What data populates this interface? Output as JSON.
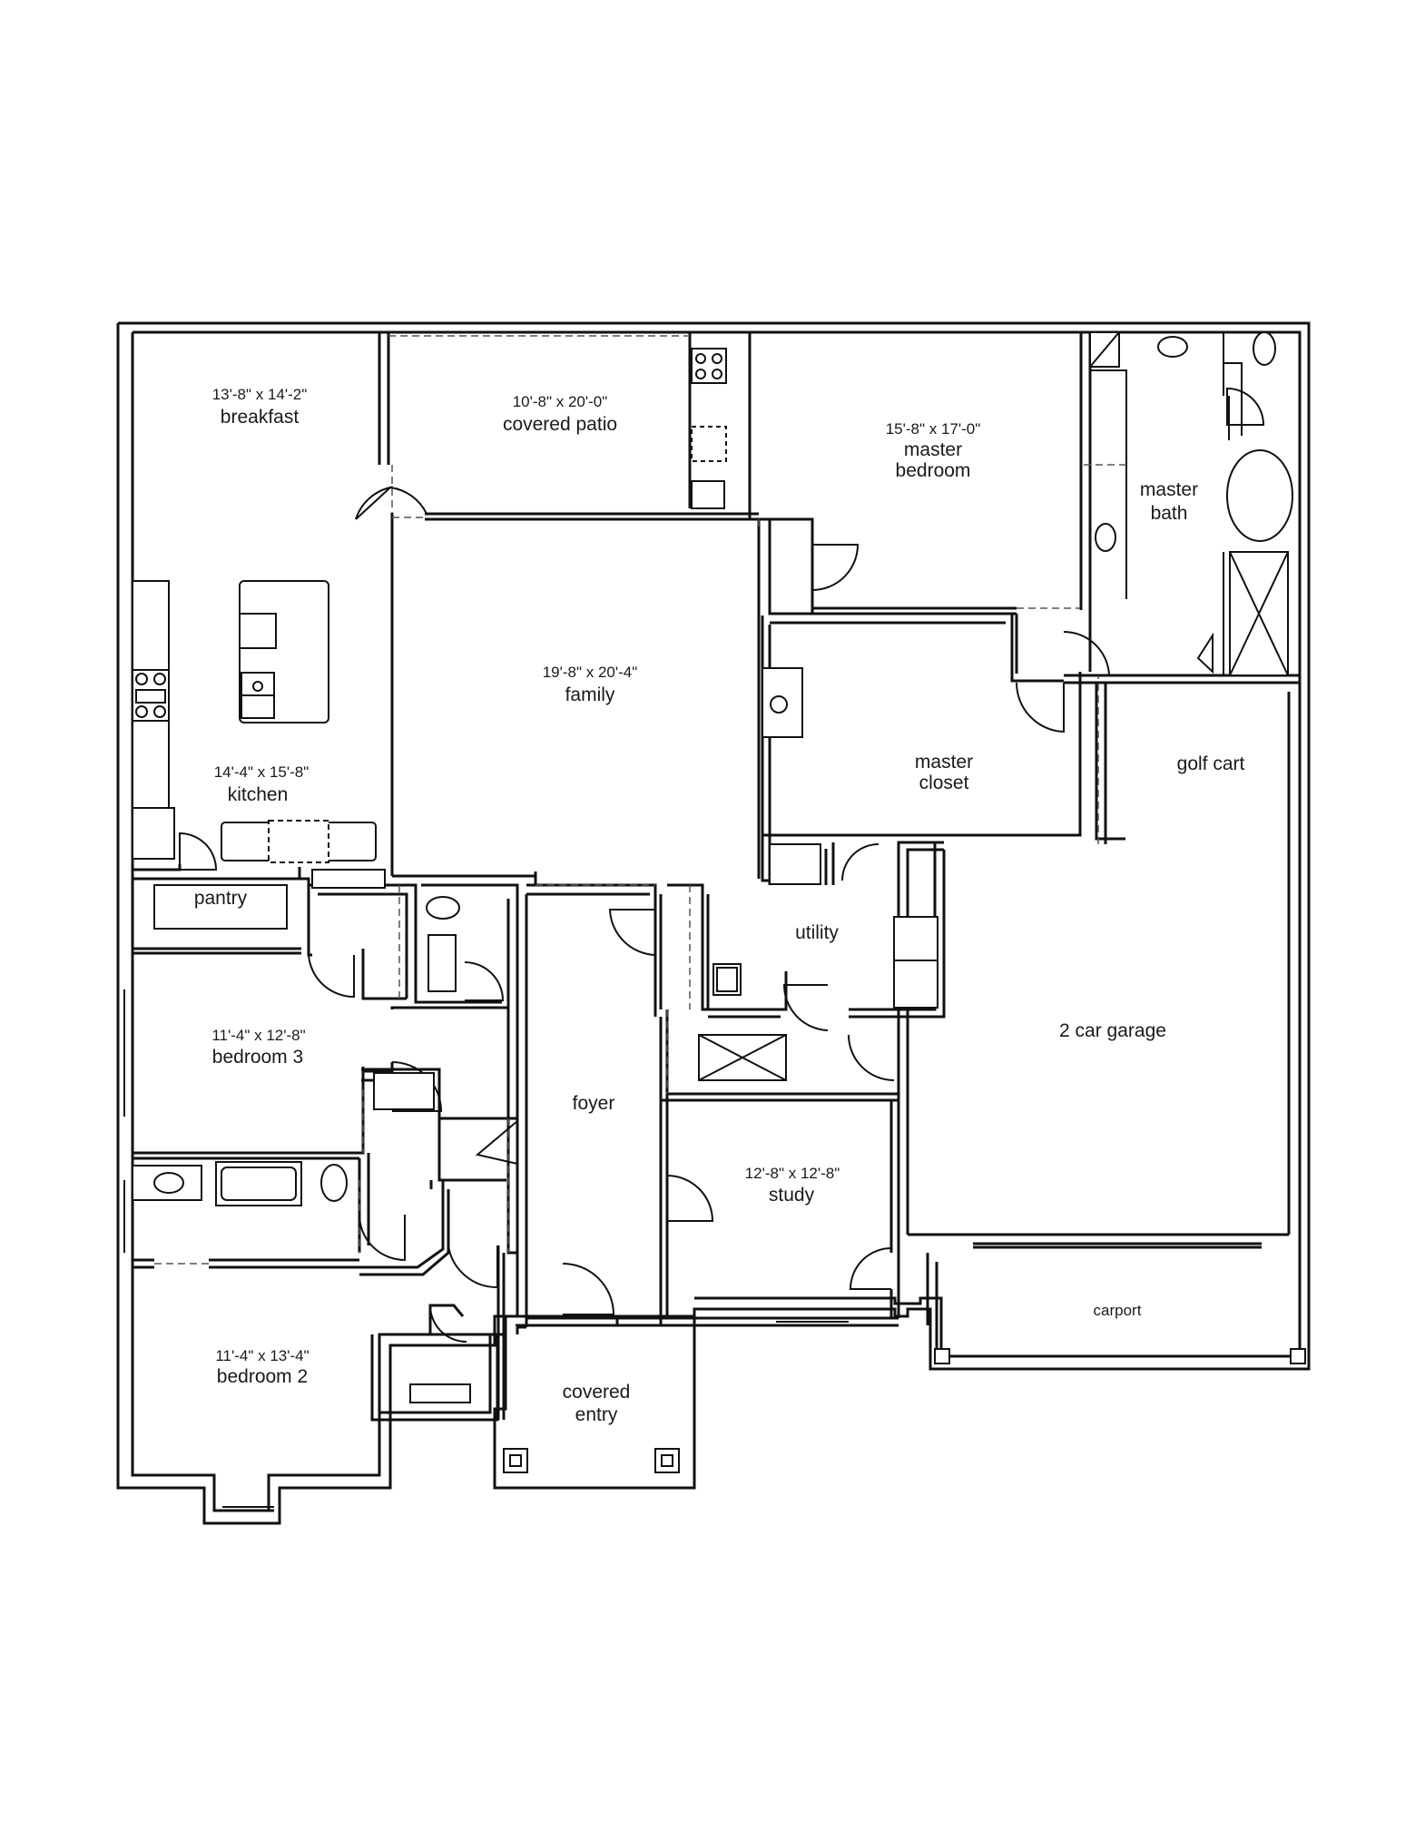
{
  "colors": {
    "line": "#111111",
    "background": "#ffffff"
  },
  "rooms": {
    "breakfast": {
      "dimensions": "13'-8\" x 14'-2\"",
      "name": "breakfast"
    },
    "covered_patio": {
      "dimensions": "10'-8\" x 20'-0\"",
      "name": "covered patio"
    },
    "master_bedroom": {
      "dimensions": "15'-8\" x 17'-0\"",
      "name_line1": "master",
      "name_line2": "bedroom"
    },
    "master_bath": {
      "name_line1": "master",
      "name_line2": "bath"
    },
    "family": {
      "dimensions": "19'-8\" x 20'-4\"",
      "name": "family"
    },
    "kitchen": {
      "dimensions": "14'-4\" x 15'-8\"",
      "name": "kitchen"
    },
    "master_closet": {
      "name_line1": "master",
      "name_line2": "closet"
    },
    "golf_cart": {
      "name": "golf cart"
    },
    "pantry": {
      "name": "pantry"
    },
    "utility": {
      "name": "utility"
    },
    "bedroom_3": {
      "dimensions": "11'-4\" x 12'-8\"",
      "name": "bedroom 3"
    },
    "garage": {
      "name": "2 car garage"
    },
    "foyer": {
      "name": "foyer"
    },
    "study": {
      "dimensions": "12'-8\" x 12'-8\"",
      "name": "study"
    },
    "carport": {
      "name": "carport"
    },
    "bedroom_2": {
      "dimensions": "11'-4\" x 13'-4\"",
      "name": "bedroom 2"
    },
    "covered_entry": {
      "name_line1": "covered",
      "name_line2": "entry"
    }
  }
}
